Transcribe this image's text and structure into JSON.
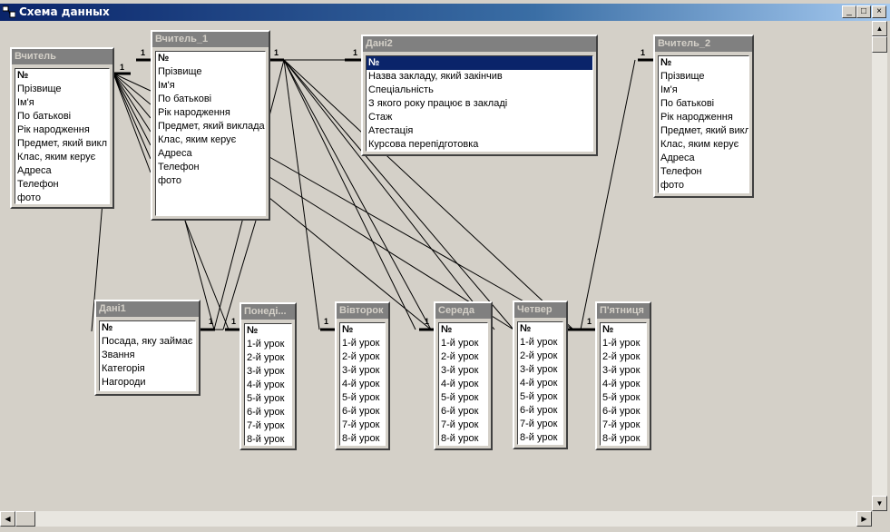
{
  "window": {
    "title": "Схема данных",
    "controls": {
      "minimize": "_",
      "maximize": "□",
      "close": "×"
    }
  },
  "scroll_arrows": {
    "up": "▲",
    "down": "▼",
    "left": "◀",
    "right": "▶"
  },
  "relation_label": "1",
  "tables": {
    "vchytel": {
      "title": "Вчитель",
      "fields": [
        "№",
        "Прізвище",
        "Ім'я",
        "По батькові",
        "Рік народження",
        "Предмет, який викл",
        "Клас, яким керує",
        "Адреса",
        "Телефон",
        "фото"
      ]
    },
    "vchytel_1": {
      "title": "Вчитель_1",
      "fields": [
        "№",
        "Прізвище",
        "Ім'я",
        "По батькові",
        "Рік народження",
        "Предмет, який виклада",
        "Клас, яким керує",
        "Адреса",
        "Телефон",
        "фото"
      ]
    },
    "dani2": {
      "title": "Дані2",
      "fields": [
        "№",
        "Назва закладу, який закінчив",
        "Спеціальність",
        "З якого року працює в закладі",
        "Стаж",
        "Атестація",
        "Курсова перепідготовка"
      ]
    },
    "vchytel_2": {
      "title": "Вчитель_2",
      "fields": [
        "№",
        "Прізвище",
        "Ім'я",
        "По батькові",
        "Рік народження",
        "Предмет, який викл",
        "Клас, яким керує",
        "Адреса",
        "Телефон",
        "фото"
      ]
    },
    "dani1": {
      "title": "Дані1",
      "fields": [
        "№",
        "Посада, яку займає",
        "Звання",
        "Категорія",
        "Нагороди"
      ]
    },
    "ponedilok": {
      "title": "Понеді...",
      "fields": [
        "№",
        "1-й урок",
        "2-й урок",
        "3-й урок",
        "4-й урок",
        "5-й урок",
        "6-й  урок",
        "7-й  урок",
        "8-й урок"
      ]
    },
    "vivtorok": {
      "title": "Вівторок",
      "fields": [
        "№",
        "1-й урок",
        "2-й урок",
        "3-й урок",
        "4-й урок",
        "5-й урок",
        "6-й урок",
        "7-й урок",
        "8-й урок"
      ]
    },
    "sereda": {
      "title": "Середа",
      "fields": [
        "№",
        "1-й урок",
        "2-й урок",
        "3-й урок",
        "4-й урок",
        "5-й урок",
        "6-й урок",
        "7-й урок",
        "8-й урок"
      ]
    },
    "chetver": {
      "title": "Четвер",
      "fields": [
        "№",
        "1-й урок",
        "2-й урок",
        "3-й урок",
        "4-й урок",
        "5-й урок",
        "6-й урок",
        "7-й урок",
        "8-й урок"
      ]
    },
    "piatnytsia": {
      "title": "П'ятниця",
      "fields": [
        "№",
        "1-й урок",
        "2-й урок",
        "3-й урок",
        "4-й урок",
        "5-й урок",
        "6-й урок",
        "7-й урок",
        "8-й урок"
      ]
    }
  }
}
